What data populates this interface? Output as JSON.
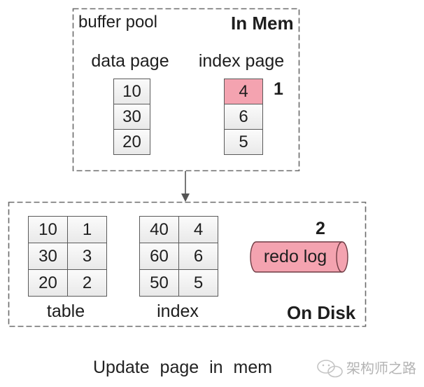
{
  "buffer_pool": {
    "title": "buffer pool",
    "location_label": "In Mem",
    "step_marker": "1",
    "data_page": {
      "label": "data page",
      "cells": [
        "10",
        "30",
        "20"
      ]
    },
    "index_page": {
      "label": "index page",
      "cells": [
        "4",
        "6",
        "5"
      ],
      "highlighted_cell": 0
    }
  },
  "disk": {
    "location_label": "On Disk",
    "step_marker": "2",
    "table": {
      "label": "table",
      "rows": [
        [
          "10",
          "1"
        ],
        [
          "30",
          "3"
        ],
        [
          "20",
          "2"
        ]
      ]
    },
    "index": {
      "label": "index",
      "rows": [
        [
          "40",
          "4"
        ],
        [
          "60",
          "6"
        ],
        [
          "50",
          "5"
        ]
      ]
    },
    "redo_log": {
      "label": "redo log"
    }
  },
  "caption": "Update page in mem",
  "watermark": {
    "icon": "wechat-icon",
    "text": "架构师之路"
  },
  "colors": {
    "highlight": "#f4a3b0",
    "cell_fill": "#e9e9e9",
    "border": "#5a5a5a",
    "text": "#1e1e1e"
  }
}
